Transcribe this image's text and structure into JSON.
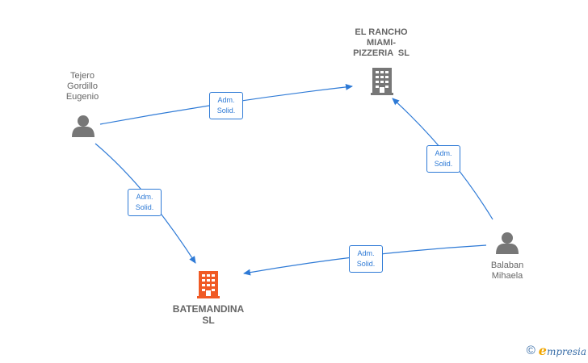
{
  "colors": {
    "edge": "#2e7ad6",
    "person_icon": "#777777",
    "company_icon": "#777777",
    "main_company_icon": "#f05a24"
  },
  "nodes": {
    "el_rancho": {
      "label_lines": [
        "EL RANCHO",
        "MIAMI-",
        "PIZZERIA  SL"
      ],
      "type": "company"
    },
    "tejero": {
      "label_lines": [
        "Tejero",
        "Gordillo",
        "Eugenio"
      ],
      "type": "person"
    },
    "balaban": {
      "label_lines": [
        "Balaban",
        "Mihaela"
      ],
      "type": "person"
    },
    "batemandina": {
      "label_lines": [
        "BATEMANDINA",
        "SL"
      ],
      "type": "main-company"
    }
  },
  "edges": [
    {
      "from": "tejero",
      "to": "el_rancho",
      "label_lines": [
        "Adm.",
        "Solid."
      ]
    },
    {
      "from": "tejero",
      "to": "batemandina",
      "label_lines": [
        "Adm.",
        "Solid."
      ]
    },
    {
      "from": "balaban",
      "to": "el_rancho",
      "label_lines": [
        "Adm.",
        "Solid."
      ]
    },
    {
      "from": "balaban",
      "to": "batemandina",
      "label_lines": [
        "Adm.",
        "Solid."
      ]
    }
  ],
  "footer": {
    "copyright_symbol": "©",
    "brand_initial": "e",
    "brand_rest": "mpresia"
  }
}
